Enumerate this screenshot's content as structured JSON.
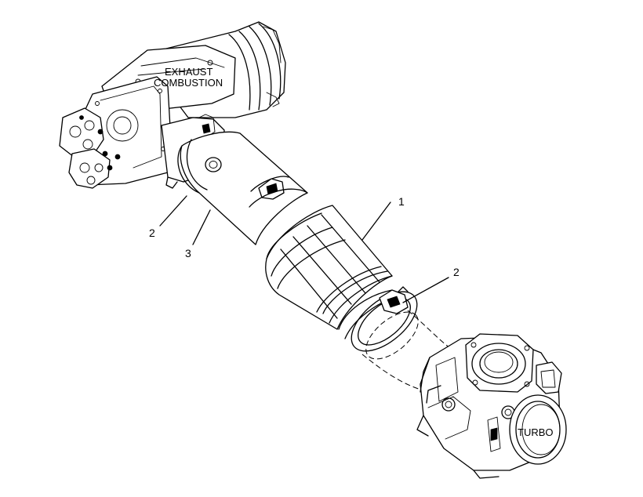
{
  "labels": {
    "exhaust_line1": "EXHAUST",
    "exhaust_line2": "COMBUSTION",
    "turbo": "TURBO"
  },
  "callouts": {
    "c1": "1",
    "c2a": "2",
    "c2b": "2",
    "c3": "3"
  }
}
